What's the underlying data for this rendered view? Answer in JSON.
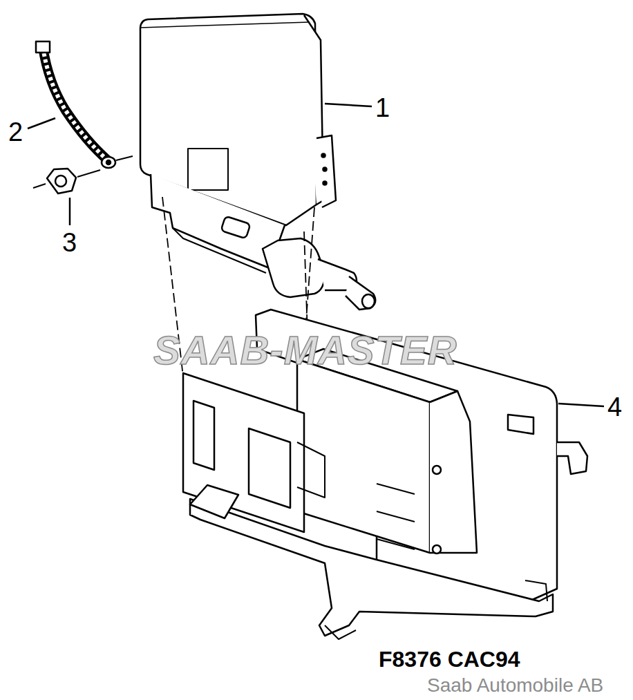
{
  "diagram": {
    "labels": [
      "1",
      "2",
      "3",
      "SAAB-MASTER",
      "4",
      "F8376 CAC94",
      "Saab Automobile AB"
    ]
  }
}
